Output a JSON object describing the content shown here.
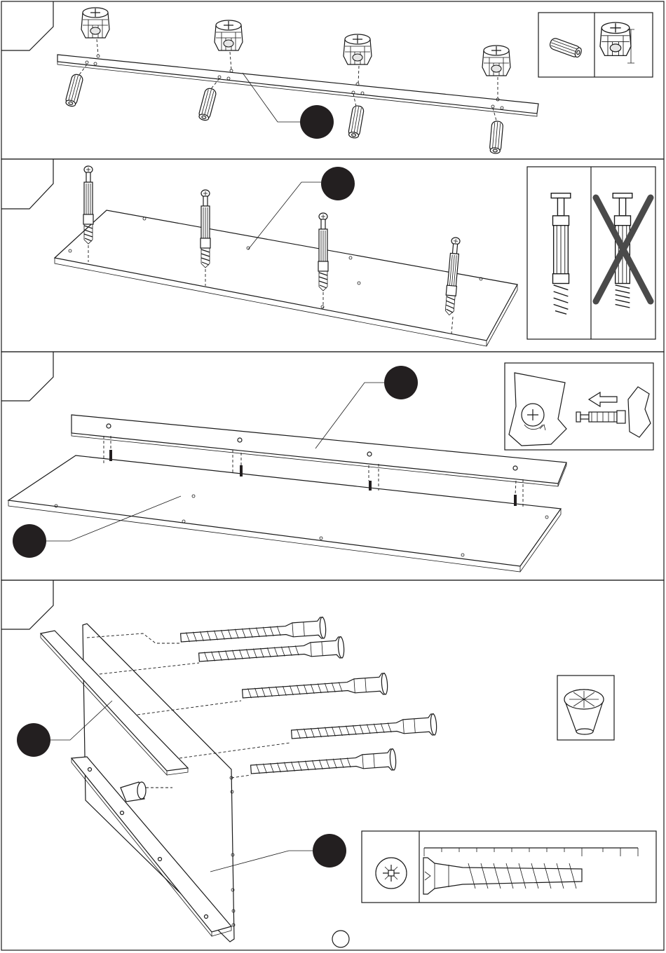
{
  "sheet": {
    "steps": [
      {
        "id": "step-1",
        "part_callout": ""
      },
      {
        "id": "step-2",
        "part_callout": ""
      },
      {
        "id": "step-3",
        "part_callouts": [
          "",
          ""
        ]
      },
      {
        "id": "step-4",
        "part_callouts": [
          "",
          ""
        ]
      }
    ],
    "page_number": ""
  },
  "colors": {
    "line": "#1a1a1a",
    "callout": "#231f20",
    "cross": "#4a4a4a",
    "background": "#ffffff"
  },
  "icons": [
    "dowel-icon",
    "cam-lock-icon",
    "cam-bolt-icon",
    "phillips-screwdriver-icon",
    "arrow-left-icon",
    "plastic-foot-icon",
    "confirmat-screw-icon",
    "pozidriv-head-icon",
    "ruler-icon",
    "wrong-mark-icon"
  ]
}
